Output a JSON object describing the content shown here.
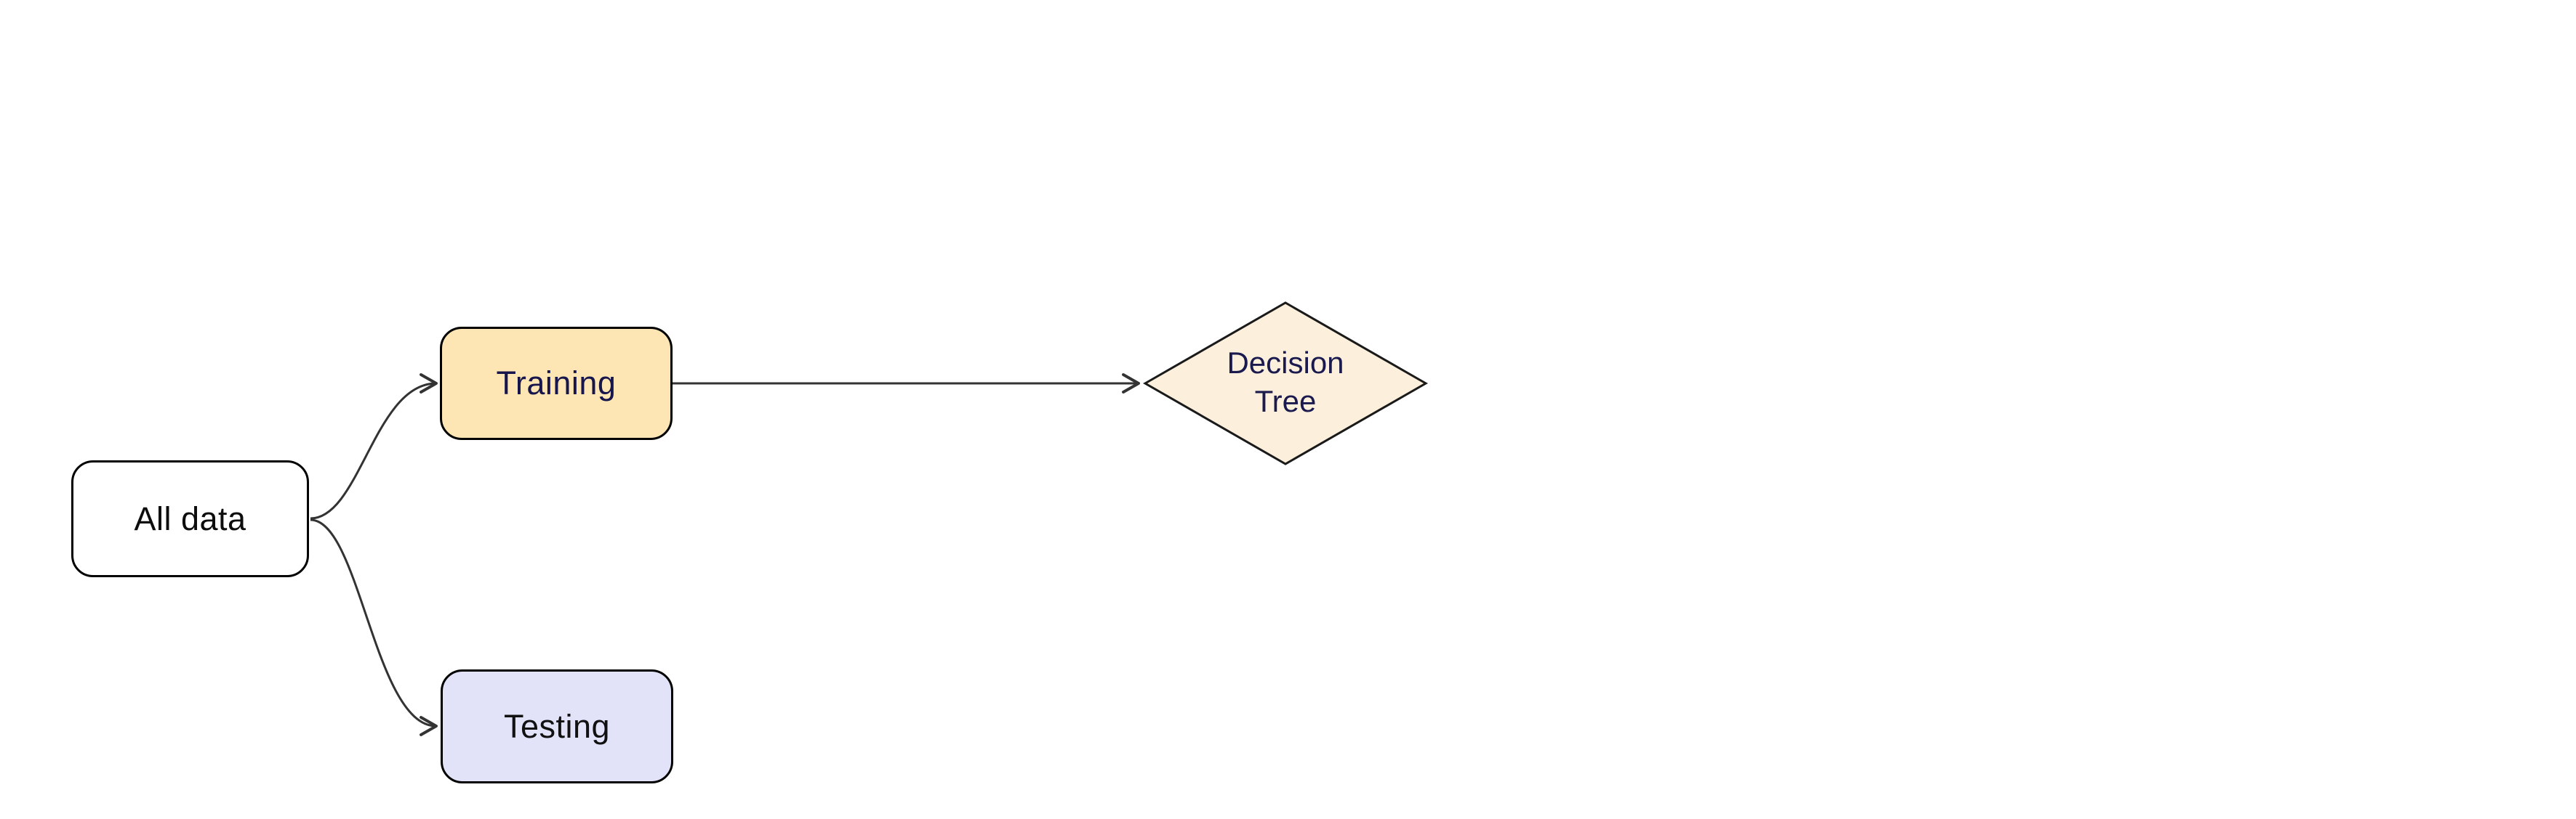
{
  "diagram": {
    "type": "flowchart",
    "direction": "left-to-right",
    "background_color": "#ffffff",
    "edge_color": "#333333",
    "nodes": [
      {
        "id": "all-data",
        "label": "All data",
        "shape": "rounded-rectangle",
        "fill_color": "#ffffff",
        "border_color": "#000000",
        "text_color": "#0d0d0d"
      },
      {
        "id": "training",
        "label": "Training",
        "shape": "rounded-rectangle",
        "fill_color": "#fde5b4",
        "border_color": "#000000",
        "text_color": "#16164d"
      },
      {
        "id": "testing",
        "label": "Testing",
        "shape": "rounded-rectangle",
        "fill_color": "#e2e2f9",
        "border_color": "#000000",
        "text_color": "#111111"
      },
      {
        "id": "decision-tree",
        "label": "Decision Tree",
        "label_lines": [
          "Decision",
          "Tree"
        ],
        "shape": "diamond",
        "fill_color": "#fcf0dd",
        "border_color": "#1a1a1a",
        "text_color": "#1a1a4e"
      }
    ],
    "edges": [
      {
        "from": "all-data",
        "to": "training",
        "style": "curved-arrow"
      },
      {
        "from": "all-data",
        "to": "testing",
        "style": "curved-arrow"
      },
      {
        "from": "training",
        "to": "decision-tree",
        "style": "straight-arrow"
      }
    ]
  }
}
